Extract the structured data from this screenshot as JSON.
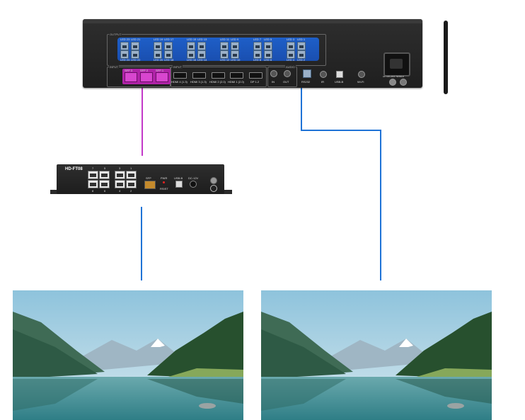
{
  "controller": {
    "group_labels": [
      "OUTPUT",
      "INPUT",
      "INPUT",
      "AUDIO"
    ],
    "led_top_labels": [
      "LED 23",
      "LED 21",
      "LED 19",
      "LED 17",
      "LED 15",
      "LED 13",
      "LED 11",
      "LED 9",
      "LED 7",
      "LED 5",
      "LED 3",
      "LED 1"
    ],
    "led_bottom_labels": [
      "LED 24",
      "LED 22",
      "LED 20",
      "LED 18",
      "LED 16",
      "LED 14",
      "LED 12",
      "LED 10",
      "LED 8",
      "LED 6",
      "LED 4",
      "LED 2"
    ],
    "sfp_labels": [
      "SFP 3",
      "SFP 2",
      "SFP 1"
    ],
    "hdmi_labels": [
      "HDMI 4 (1.3)",
      "HDMI 3 (1.3)",
      "HDMI 2 (2.0)",
      "HDMI 1 (2.0)",
      "DP 1.2"
    ],
    "audio_labels": [
      "IN",
      "OUT"
    ],
    "misc_labels": [
      "RS232",
      "IR",
      "USB-B",
      "Wi-Fi"
    ],
    "power_label": "AC 100-240V 50/60Hz"
  },
  "fiber_box": {
    "model": "HD-FT08",
    "port_top_numbers": [
      "7",
      "5",
      "3",
      "1"
    ],
    "port_bottom_numbers": [
      "8",
      "6",
      "4",
      "2"
    ],
    "labels": [
      "SFP",
      "PWR",
      "RSIST",
      "USB-B",
      "DC-12V"
    ]
  },
  "colors": {
    "fiber_link": "#c238c8",
    "network_link": "#1f73d6",
    "led_panel": "#1e5fc8",
    "sfp_block": "#b023a8"
  }
}
